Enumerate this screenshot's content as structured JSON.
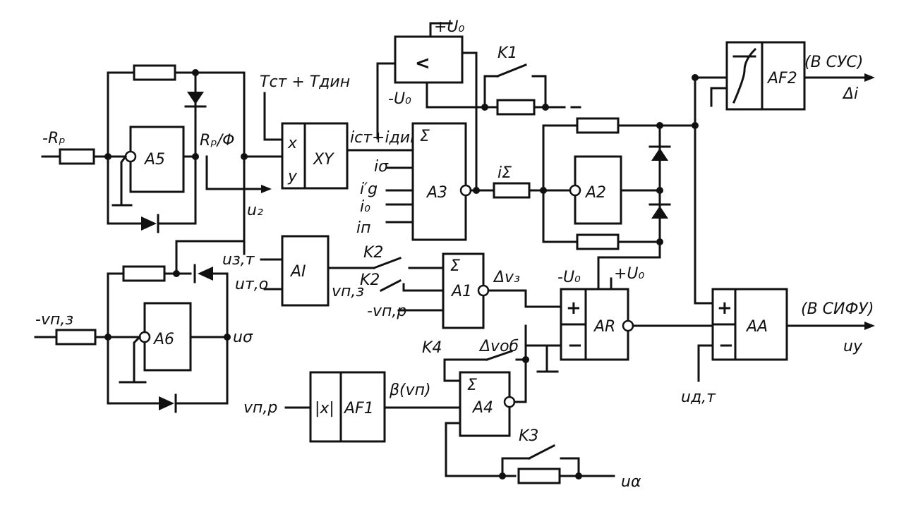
{
  "blocks": {
    "a5": "A5",
    "xy": "XY",
    "xy_x": "x",
    "xy_y": "y",
    "comparator": "<",
    "a3": "A3",
    "a3_sigma": "Σ",
    "a2": "A2",
    "af2": "AF2",
    "ai": "AI",
    "a1": "A1",
    "a1_sigma": "Σ",
    "ar": "AR",
    "aa": "AA",
    "a6": "A6",
    "x1": "|x|",
    "af1": "AF1",
    "a4": "A4",
    "a4_sigma": "Σ",
    "plus": "+",
    "minus": "−"
  },
  "labels": {
    "rp_input": "-Rₚ",
    "rp_phi": "Rₚ/Φ",
    "u2": "u₂",
    "t_st_din": "Tст + Tдин",
    "i_st_din": "iст+iдин",
    "i_sigma_small": "iσ",
    "i_g": "i′g",
    "i_0": "i₀",
    "i_p": "iп",
    "plus_u0_top": "+U₀",
    "minus_u0_top": "-U₀",
    "k1": "K1",
    "i_sum": "iΣ",
    "to_sus": "(В СУС)",
    "delta_i": "Δi",
    "u_zt": "uз,т",
    "u_to": "uт,о",
    "k2a": "K2",
    "k2b": "K2",
    "v_pz2": "vп,з",
    "v_pr": "-vп,р",
    "delta_v3": "Δv₃",
    "minus_u0_ar": "-U₀",
    "plus_u0_ar": "+U₀",
    "to_sifu": "(В СИФУ)",
    "u_y": "uу",
    "u_dt": "uд,т",
    "v_pz": "-vп,з",
    "u_sigma": "uσ",
    "k4": "K4",
    "delta_v_ob": "Δvоб",
    "v_pr2": "vп,р",
    "beta": "β(vп)",
    "k3": "K3",
    "u_alpha": "uα"
  }
}
